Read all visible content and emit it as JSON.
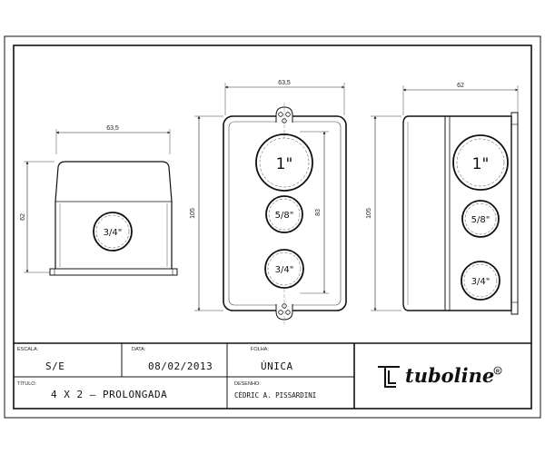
{
  "views": {
    "side_left": {
      "width_label": "63,5",
      "height_label": "62",
      "hole_label": "3/4\""
    },
    "front": {
      "width_label": "63,5",
      "height_label": "105",
      "spacing_label": "83",
      "hole_large_label": "1\"",
      "hole_medium_label": "5/8\"",
      "hole_small_label": "3/4\""
    },
    "side_right": {
      "width_label": "62",
      "height_label": "105",
      "hole_large_label": "1\"",
      "hole_medium_label": "5/8\"",
      "hole_small_label": "3/4\""
    }
  },
  "title_block": {
    "escala_label": "ESCALA:",
    "escala_value": "S/E",
    "data_label": "DATA:",
    "data_value": "08/02/2013",
    "folha_label": "FOLHA:",
    "folha_value": "ÚNICA",
    "titulo_label": "TÍTULO:",
    "titulo_value": "4 X 2 – PROLONGADA",
    "desenho_label": "DESENHO:",
    "desenho_value": "CÉDRIC A. PISSARDINI",
    "logo_text": "tuboline"
  }
}
